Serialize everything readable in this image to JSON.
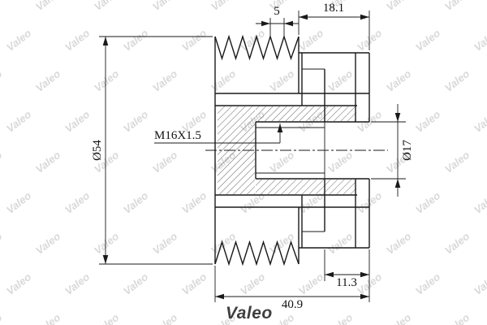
{
  "watermark": {
    "text": "Valeo",
    "color": "#d9d9d9"
  },
  "logo": {
    "text": "Valeo",
    "color": "#3f3f3f"
  },
  "drawing": {
    "line_color": "#1a1a1a"
  },
  "dimensions": {
    "rib_pitch": "5",
    "clutch_width": "18.1",
    "outer_diameter": "Ø54",
    "thread": "M16X1.5",
    "bore_diameter": "Ø17",
    "flange_width": "11.3",
    "total_width": "40.9"
  }
}
